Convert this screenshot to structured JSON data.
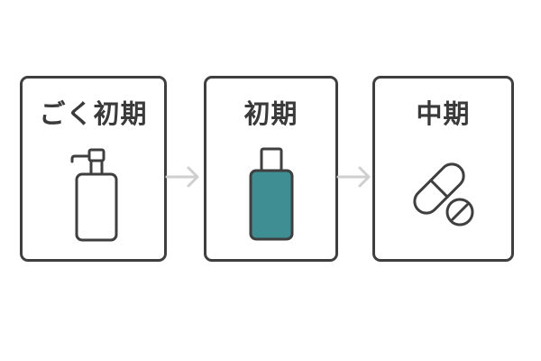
{
  "stages": [
    {
      "id": "early-beginning",
      "label": "ごく初期",
      "icon": "pump-bottle-icon"
    },
    {
      "id": "beginning",
      "label": "初期",
      "icon": "bottle-icon"
    },
    {
      "id": "middle",
      "label": "中期",
      "icon": "capsule-pill-icon"
    }
  ],
  "colors": {
    "border": "#3f3f3f",
    "text": "#3a3a3a",
    "arrow": "#cfcfcf",
    "bottle_fill": "#3f8e93",
    "background": "#ffffff"
  }
}
